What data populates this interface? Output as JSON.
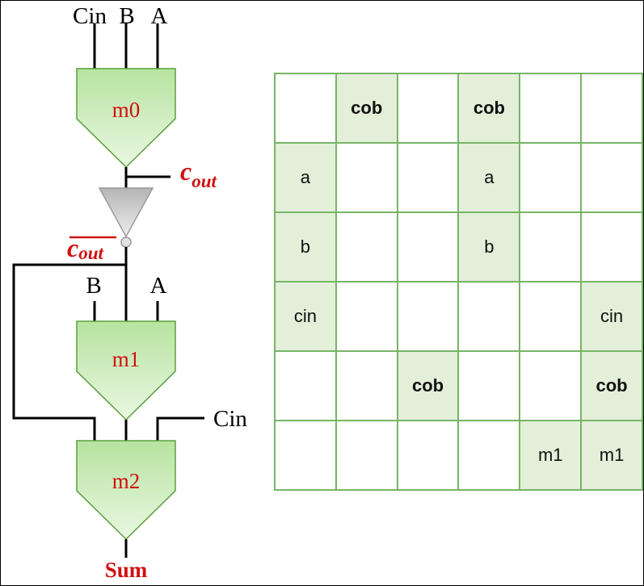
{
  "circuit": {
    "inputs_top": [
      "Cin",
      "B",
      "A"
    ],
    "blocks": [
      "m0",
      "m1",
      "m2"
    ],
    "cout_label": "c",
    "cout_sub": "out",
    "m1_inputs": [
      "B",
      "A"
    ],
    "m2_side_input": "Cin",
    "output": "Sum"
  },
  "colors": {
    "block_fill_top": "#b7e3a0",
    "block_fill_bottom": "#eaf7e2",
    "block_stroke": "#5aa03c",
    "label_red": "#d01010",
    "grid_border": "#77b466",
    "cell_highlight": "#e3efd9",
    "inverter_fill": "#c8c8c8"
  },
  "grid": {
    "rows": [
      [
        {
          "text": "",
          "hl": false,
          "bold": false
        },
        {
          "text": "cob",
          "hl": true,
          "bold": true
        },
        {
          "text": "",
          "hl": false,
          "bold": false
        },
        {
          "text": "cob",
          "hl": true,
          "bold": true
        },
        {
          "text": "",
          "hl": false,
          "bold": false
        },
        {
          "text": "",
          "hl": false,
          "bold": false
        }
      ],
      [
        {
          "text": "a",
          "hl": true,
          "bold": false
        },
        {
          "text": "",
          "hl": false,
          "bold": false
        },
        {
          "text": "",
          "hl": false,
          "bold": false
        },
        {
          "text": "a",
          "hl": true,
          "bold": false
        },
        {
          "text": "",
          "hl": false,
          "bold": false
        },
        {
          "text": "",
          "hl": false,
          "bold": false
        }
      ],
      [
        {
          "text": "b",
          "hl": true,
          "bold": false
        },
        {
          "text": "",
          "hl": false,
          "bold": false
        },
        {
          "text": "",
          "hl": false,
          "bold": false
        },
        {
          "text": "b",
          "hl": true,
          "bold": false
        },
        {
          "text": "",
          "hl": false,
          "bold": false
        },
        {
          "text": "",
          "hl": false,
          "bold": false
        }
      ],
      [
        {
          "text": "cin",
          "hl": true,
          "bold": false
        },
        {
          "text": "",
          "hl": false,
          "bold": false
        },
        {
          "text": "",
          "hl": false,
          "bold": false
        },
        {
          "text": "",
          "hl": false,
          "bold": false
        },
        {
          "text": "",
          "hl": false,
          "bold": false
        },
        {
          "text": "cin",
          "hl": true,
          "bold": false
        }
      ],
      [
        {
          "text": "",
          "hl": false,
          "bold": false
        },
        {
          "text": "",
          "hl": false,
          "bold": false
        },
        {
          "text": "cob",
          "hl": true,
          "bold": true
        },
        {
          "text": "",
          "hl": false,
          "bold": false
        },
        {
          "text": "",
          "hl": false,
          "bold": false
        },
        {
          "text": "cob",
          "hl": true,
          "bold": true
        }
      ],
      [
        {
          "text": "",
          "hl": false,
          "bold": false
        },
        {
          "text": "",
          "hl": false,
          "bold": false
        },
        {
          "text": "",
          "hl": false,
          "bold": false
        },
        {
          "text": "",
          "hl": false,
          "bold": false
        },
        {
          "text": "m1",
          "hl": true,
          "bold": false
        },
        {
          "text": "m1",
          "hl": true,
          "bold": false
        }
      ]
    ]
  }
}
